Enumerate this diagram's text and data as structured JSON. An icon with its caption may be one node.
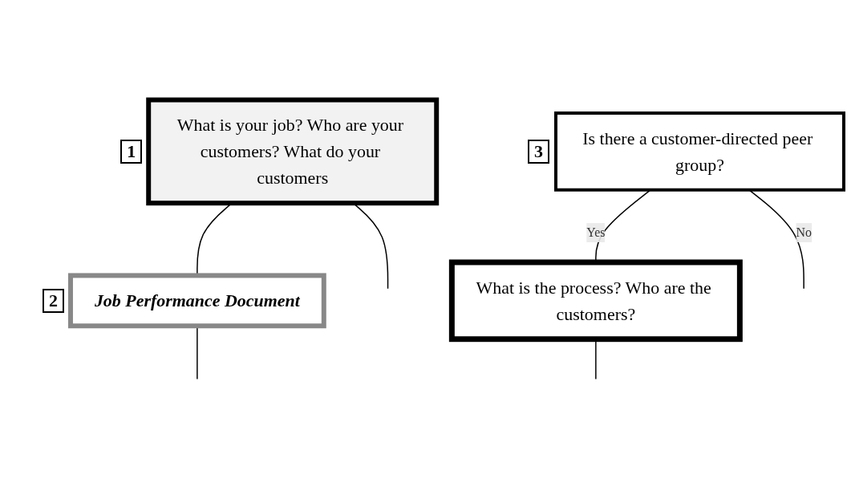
{
  "diagram": {
    "nodes": [
      {
        "text": [
          "What is your job? Who are your customers? What do your customers"
        ],
        "beside": [
          "1"
        ]
      },
      {
        "text": [
          "Job Performance Document"
        ],
        "beside": [
          "2"
        ]
      },
      {
        "text": [
          "Is there a customer-directed peer group?"
        ],
        "beside": [
          "3"
        ]
      },
      {
        "text": [
          "What is the process? Who are the customers?"
        ]
      }
    ],
    "edges": [
      {
        "from": 0,
        "to": 1,
        "arrow": "none"
      },
      {
        "from": 0,
        "to": null,
        "arrow": "none"
      },
      {
        "from": 1,
        "to": null,
        "arrow": "none"
      },
      {
        "from": 2,
        "to": 3,
        "label": "Yes",
        "arrow": "none"
      },
      {
        "from": 2,
        "to": null,
        "label": "No",
        "arrow": "none"
      },
      {
        "from": 3,
        "to": null,
        "arrow": "none"
      }
    ]
  }
}
